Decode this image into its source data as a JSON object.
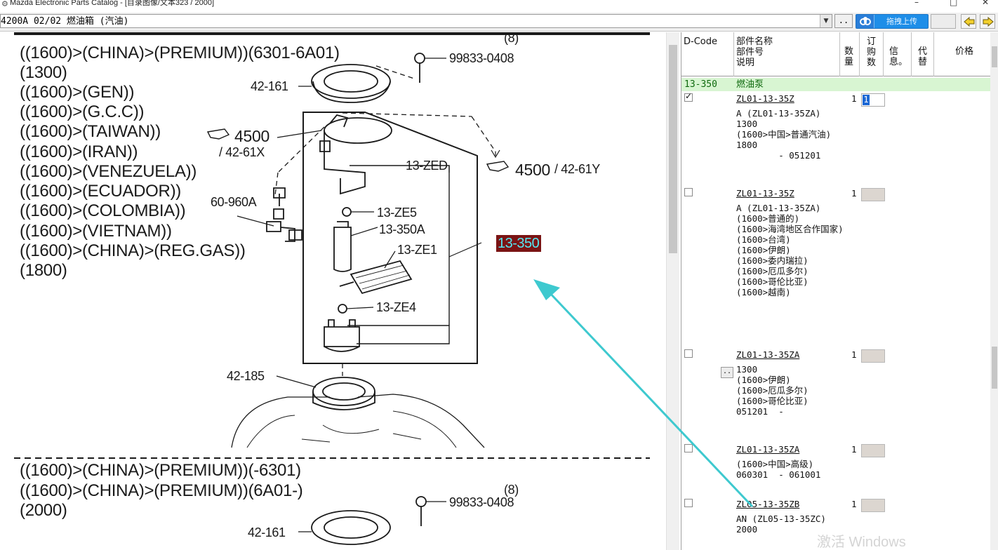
{
  "window": {
    "title": "Mazda Electronic Parts Catalog - [目录图像/文本323 / 2000]",
    "controls": [
      "–",
      "□",
      "✕"
    ]
  },
  "toolbar": {
    "section_text": "4200A  02/02  燃油箱 (汽油)",
    "dots_label": "..",
    "upload_label": "拖拽上传"
  },
  "diagram": {
    "conditions_top": [
      "((1600)>(CHINA)>(PREMIUM))(6301-6A01)",
      "(1300)",
      "((1600)>(GEN))",
      "((1600)>(G.C.C))",
      "((1600)>(TAIWAN))",
      "((1600)>(IRAN))",
      "((1600)>(VENEZUELA))",
      "((1600)>(ECUADOR))",
      "((1600)>(COLOMBIA))",
      "((1600)>(VIETNAM))",
      "((1600)>(CHINA)>(REG.GAS))",
      "(1800)"
    ],
    "conditions_bottom": [
      "((1600)>(CHINA)>(PREMIUM))(-6301)",
      "((1600)>(CHINA)>(PREMIUM))(6A01-)",
      "(2000)"
    ],
    "labels": {
      "qty_8_top": "(8)",
      "bolt_top": "99833-0408",
      "ring_top": "42-161",
      "ref_4500_left": "4500",
      "ref_4261x": "/ 42-61X",
      "ref_4500_right": "4500",
      "ref_4261y": "/ 42-61Y",
      "zed": "13-ZED",
      "ze5": "13-ZE5",
      "pump_350a": "13-350A",
      "ze1": "13-ZE1",
      "ze4": "13-ZE4",
      "sensor": "60-960A",
      "ring_mid": "42-185",
      "highlight": "13-350",
      "qty_8_bottom": "(8)",
      "bolt_bottom": "99833-0408",
      "ring_bottom": "42-161"
    }
  },
  "table": {
    "headers": {
      "dcode": "D-Code",
      "name": "部件名称\n部件号\n说明",
      "qty": "数\n量",
      "order": "订\n购\n数",
      "info": "信\n息。",
      "replace": "代\n替",
      "price": "价格"
    },
    "group": {
      "code": "13-350",
      "name": "燃油泵"
    },
    "rows": [
      {
        "part_no": "ZL01-13-35Z",
        "qty": "1",
        "order_value": "1",
        "checked": true,
        "desc": "A (ZL01-13-35ZA)\n1300\n(1600>中国>普通汽油)\n1800\n        - 051201"
      },
      {
        "part_no": "ZL01-13-35Z",
        "qty": "1",
        "order_value": "",
        "checked": false,
        "desc": "A (ZL01-13-35ZA)\n(1600>普通的)\n(1600>海湾地区合作国家)\n(1600>台湾)\n(1600>伊朗)\n(1600>委内瑞拉)\n(1600>厄瓜多尔)\n(1600>哥伦比亚)\n(1600>越南)"
      },
      {
        "part_no": "ZL01-13-35ZA",
        "qty": "1",
        "order_value": "",
        "checked": false,
        "desc": "1300\n(1600>伊朗)\n(1600>厄瓜多尔)\n(1600>哥伦比亚)\n051201  -"
      },
      {
        "part_no": "ZL01-13-35ZA",
        "qty": "1",
        "order_value": "",
        "checked": false,
        "desc": "(1600>中国>高级)\n060301  - 061001"
      },
      {
        "part_no": "ZL05-13-35ZB",
        "qty": "1",
        "order_value": "",
        "checked": false,
        "desc": "AN (ZL05-13-35ZC)\n2000"
      }
    ],
    "mini_button": ".."
  },
  "watermark": "激活 Windows",
  "colors": {
    "highlight_bg": "#7a1414",
    "highlight_text": "#54e8f2",
    "group_bg": "#d8f5d2",
    "arrow": "#3ec9cf",
    "upload_btn": "#1e8ee8"
  }
}
